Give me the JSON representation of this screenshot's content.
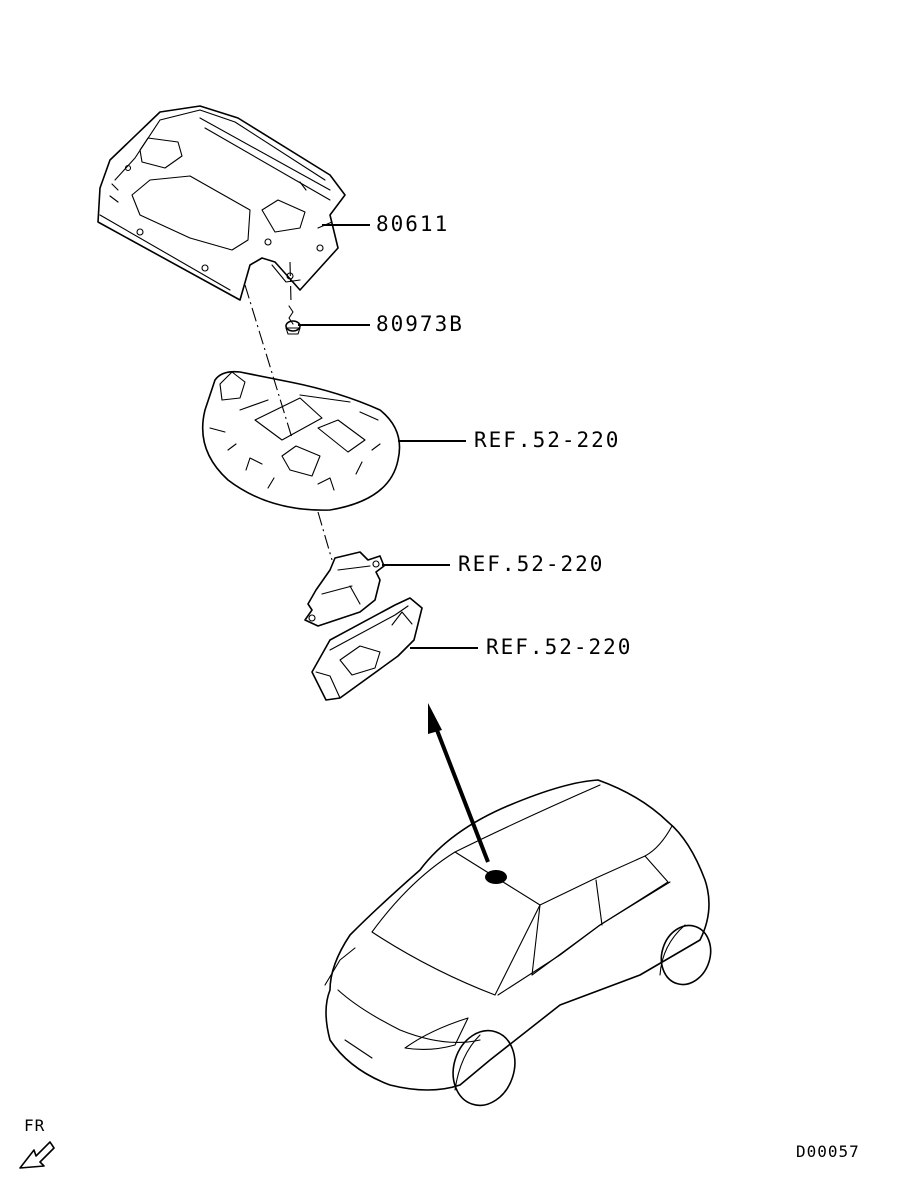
{
  "callouts": {
    "part_80611": "80611",
    "part_80973b": "80973B",
    "ref_lamp": "REF.52-220",
    "ref_unit": "REF.52-220",
    "ref_cover": "REF.52-220"
  },
  "orientation": {
    "front_label": "FR"
  },
  "diagram_code": "D00057"
}
